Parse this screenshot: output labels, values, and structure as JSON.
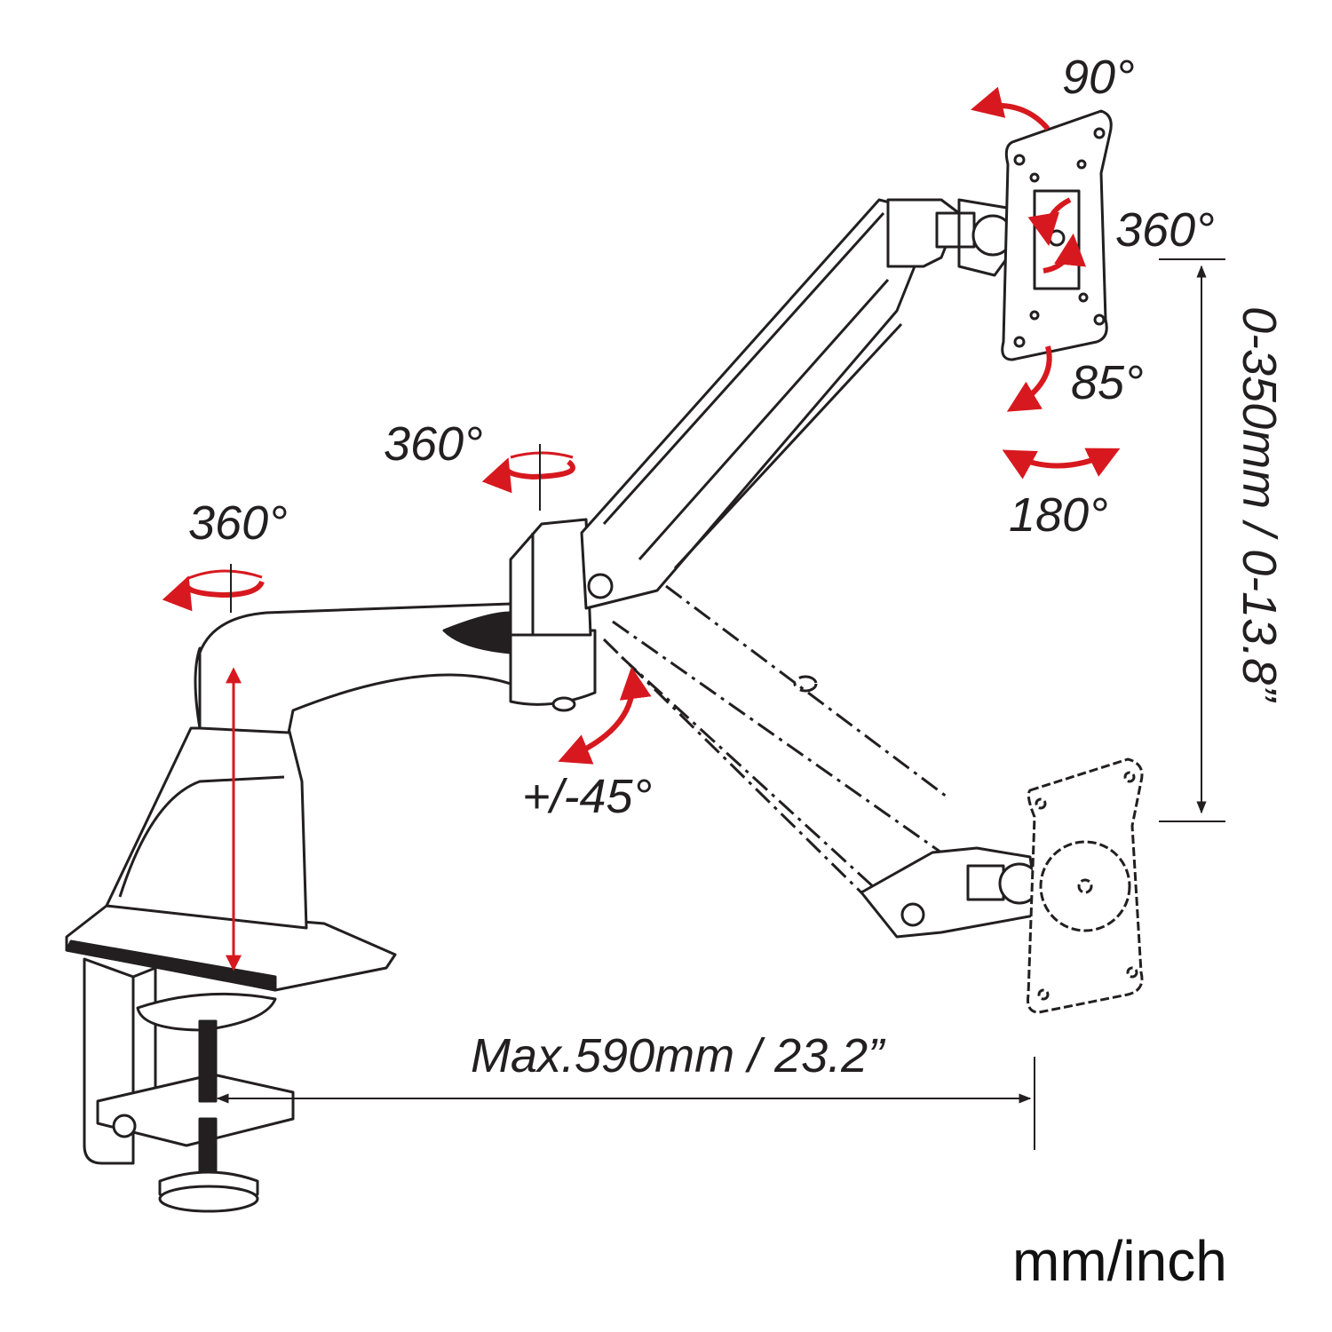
{
  "labels": {
    "tilt_90": "90°",
    "rotate_360_head": "360°",
    "tilt_85": "85°",
    "swivel_180": "180°",
    "rotate_360_elbow": "360°",
    "rotate_360_base": "360°",
    "tilt_45": "+/-45°",
    "height_range": "0-350mm / 0-13.8”",
    "max_reach": "Max.590mm / 23.2”",
    "units": "mm/inch"
  },
  "colors": {
    "line": "#231f20",
    "arrow": "#d7191f",
    "background": "#ffffff"
  },
  "icons": [
    "clamp-icon",
    "pole-icon",
    "vesa-plate-icon",
    "rotation-arrow-icon"
  ]
}
